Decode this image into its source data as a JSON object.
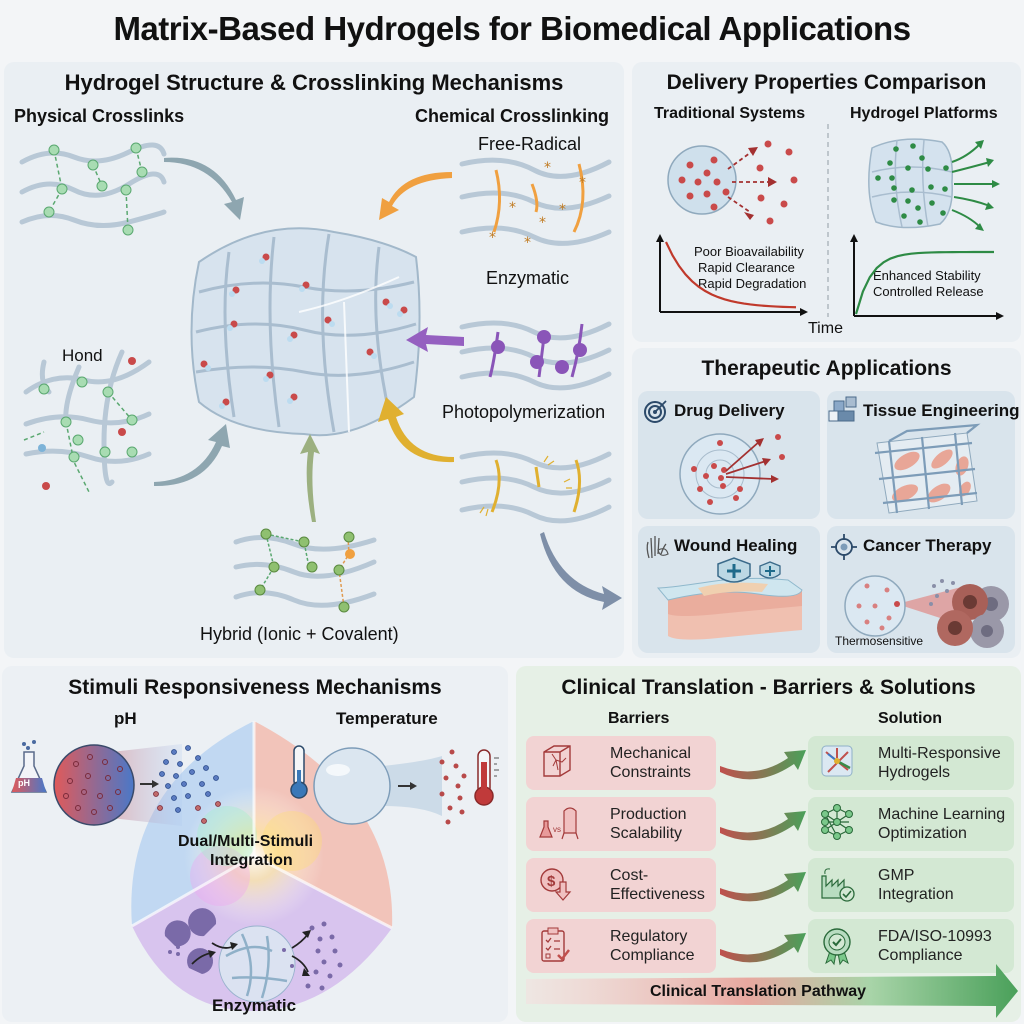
{
  "title": "Matrix-Based Hydrogels for Biomedical Applications",
  "structure_panel": {
    "title": "Hydrogel Structure & Crosslinking Mechanisms",
    "physical": {
      "heading": "Physical Crosslinks",
      "sub_label": "Hond"
    },
    "chemical": {
      "heading": "Chemical Crosslinking",
      "methods": [
        "Free-Radical",
        "Enzymatic",
        "Photopolymerization"
      ]
    },
    "hybrid_label": "Hybrid (Ionic + Covalent)",
    "colors": {
      "physical": "#8fd19e",
      "free_radical": "#f0a040",
      "enzymatic": "#8a55b8",
      "photo": "#e0b030",
      "chain": "#b8c8d6"
    }
  },
  "delivery_panel": {
    "title": "Delivery Properties Comparison",
    "traditional": {
      "heading": "Traditional Systems",
      "notes": [
        "Poor Bioavailability",
        "Rapid Clearance",
        "Rapid Degradation"
      ],
      "color": "#c0392b"
    },
    "hydrogel": {
      "heading": "Hydrogel Platforms",
      "notes": [
        "Enhanced Stability",
        "Controlled Release"
      ],
      "color": "#2e8b45"
    },
    "x_axis_label": "Time"
  },
  "therapeutic_panel": {
    "title": "Therapeutic Applications",
    "cards": [
      {
        "label": "Drug Delivery",
        "icon": "target-icon"
      },
      {
        "label": "Tissue Engineering",
        "icon": "blocks-icon"
      },
      {
        "label": "Wound Healing",
        "icon": "hand-leaf-icon"
      },
      {
        "label": "Cancer Therapy",
        "icon": "crosshair-icon",
        "caption": "Thermosensitive"
      }
    ]
  },
  "stimuli_panel": {
    "title": "Stimuli Responsiveness Mechanisms",
    "ph_label": "pH",
    "flask_text": "pH",
    "temperature_label": "Temperature",
    "center_label": [
      "Dual/Multi-Stimuli",
      "Integration"
    ],
    "enzymatic_label": "Enzymatic"
  },
  "clinical_panel": {
    "title": "Clinical Translation - Barriers & Solutions",
    "barriers_heading": "Barriers",
    "solutions_heading": "Solution",
    "rows": [
      {
        "barrier": [
          "Mechanical",
          "Constraints"
        ],
        "barrier_icon": "cracked-cube-icon",
        "solution": [
          "Multi-Responsive",
          "Hydrogels"
        ],
        "solution_icon": "hydrogel-network-icon"
      },
      {
        "barrier": [
          "Production",
          "Scalability"
        ],
        "barrier_icon": "flask-vs-reactor-icon",
        "vs_text": "vs",
        "solution": [
          "Machine Learning",
          "Optimization"
        ],
        "solution_icon": "neural-network-icon"
      },
      {
        "barrier": [
          "Cost-",
          "Effectiveness"
        ],
        "barrier_icon": "dollar-down-icon",
        "solution": [
          "GMP",
          "Integration"
        ],
        "solution_icon": "factory-check-icon"
      },
      {
        "barrier": [
          "Regulatory",
          "Compliance"
        ],
        "barrier_icon": "clipboard-check-icon",
        "solution": [
          "FDA/ISO-10993",
          "Compliance"
        ],
        "solution_icon": "award-badge-icon"
      }
    ],
    "pathway_label": "Clinical Translation Pathway",
    "colors": {
      "barrier": "#c0504d",
      "solution": "#3f9a4f"
    }
  }
}
